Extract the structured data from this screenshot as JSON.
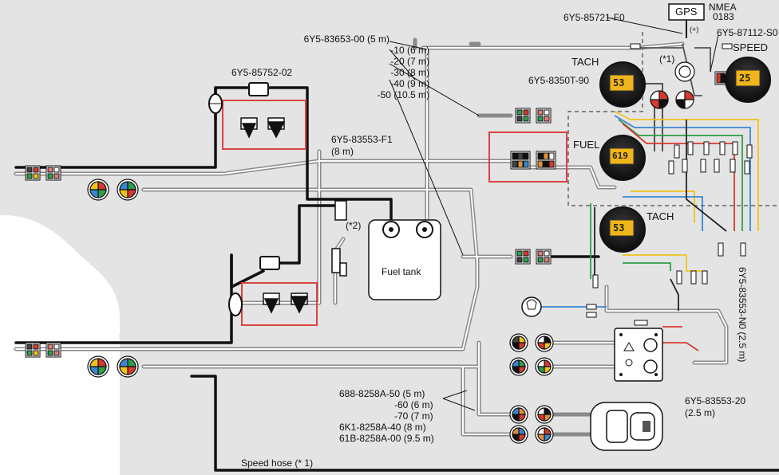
{
  "labels": {
    "part_85721": "6Y5-85721-F0",
    "gps": "GPS",
    "nmea": "NMEA",
    "nmea_num": "0183",
    "part_87112": "6Y5-87112-S0",
    "speed": "SPEED",
    "tach_top": "TACH",
    "part_8350t": "6Y5-8350T-90",
    "fuel": "FUEL",
    "tach_mid": "TACH",
    "note1": "(*1)",
    "note2": "(*2)",
    "plus": "(+)",
    "part_85752": "6Y5-85752-02",
    "part_83553_f1": "6Y5-83553-F1",
    "part_83553_f1_len": "(8 m)",
    "fuel_tank": "Fuel tank",
    "part_83553_n0": "6Y5-83553-N0 (2.5 m)",
    "part_83553_20": "6Y5-83553-20",
    "part_83553_20_len": "(2.5 m)",
    "speed_hose": "Speed hose (* 1)"
  },
  "harness_list": [
    "6Y5-83653-00 (5 m)",
    "-10 (6 m)",
    "-20 (7 m)",
    "-30 (8 m)",
    "-40 (9 m)",
    "-50 (10.5 m)"
  ],
  "cable_list": [
    "688-8258A-50 (5 m)",
    "-60 (6 m)",
    "-70 (7 m)",
    "6K1-8258A-40 (8 m)",
    "61B-8258A-00 (9.5 m)"
  ],
  "gauges": {
    "tach_top_reading": "53",
    "speed_reading": "25",
    "fuel_reading": "619",
    "tach_mid_reading": "53"
  },
  "colors": {
    "highlight": "#d9443f",
    "hose": "#111111",
    "harness": "#8a8a8a",
    "background_shape": "#e4e4e4",
    "yellow_wire": "#f2c21b",
    "blue_wire": "#3a86d0",
    "green_wire": "#2e9e4a",
    "red_wire": "#d63a2f",
    "gauge_display": "#f0b51a"
  }
}
